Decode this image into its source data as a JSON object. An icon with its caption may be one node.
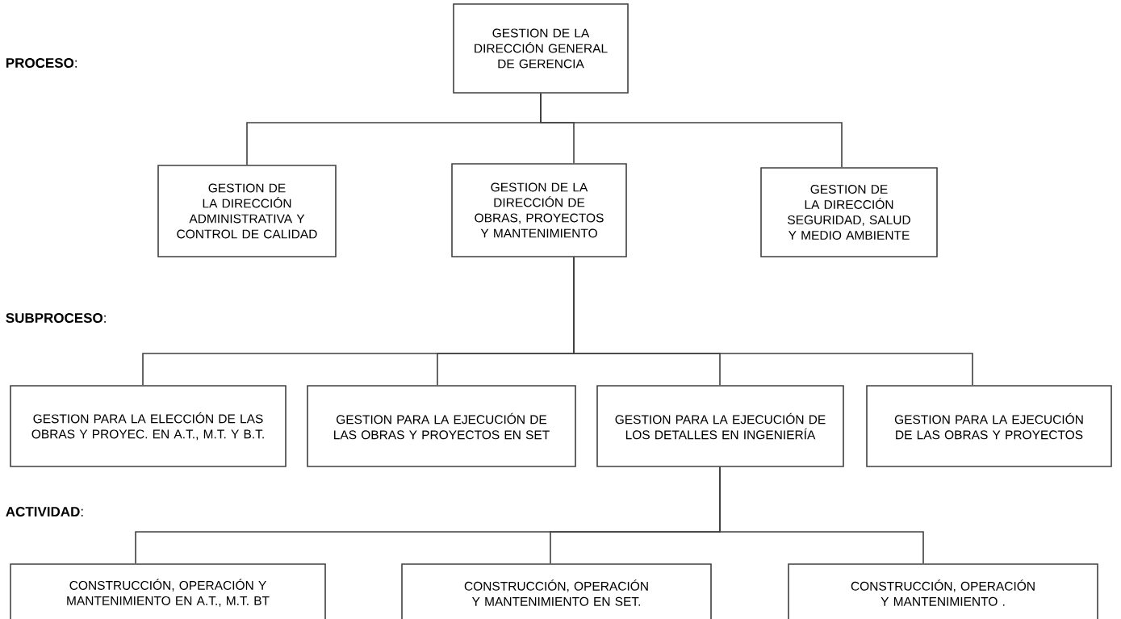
{
  "diagram": {
    "nodes": [
      {
        "text": [
          "GESTION DE LA DIRECCIÓN GENERAL DE GERENCIA"
        ]
      },
      {
        "text": [
          "GESTION DE LA DIRECCIÓN ADMINISTRATIVA Y CONTROL DE CALIDAD"
        ]
      },
      {
        "text": [
          "GESTION DE LA DIRECCIÓN DE OBRAS, PROYECTOS Y MANTENIMIENTO"
        ]
      },
      {
        "text": [
          "GESTION DE LA DIRECCIÓN SEGURIDAD, SALUD Y MEDIO AMBIENTE"
        ]
      },
      {
        "text": [
          "GESTION PARA LA ELECCIÓN DE LAS OBRAS Y PROYEC. EN A.T., M.T. Y B.T."
        ]
      },
      {
        "text": [
          "GESTION PARA LA EJECUCIÓN DE LAS OBRAS Y PROYECTOS EN SET"
        ]
      },
      {
        "text": [
          "GESTION PARA LA EJECUCIÓN DE LOS DETALLES EN INGENIERÍA"
        ]
      },
      {
        "text": [
          "GESTION PARA LA EJECUCIÓN DE LAS OBRAS Y PROYECTOS"
        ]
      },
      {
        "text": [
          "CONSTRUCCIÓN, OPERACIÓN Y MANTENIMIENTO EN A.T., M.T. BT"
        ]
      },
      {
        "text": [
          "CONSTRUCCIÓN, OPERACIÓN Y MANTENIMIENTO EN SET."
        ]
      },
      {
        "text": [
          "CONSTRUCCIÓN, OPERACIÓN Y MANTENIMIENTO ."
        ]
      }
    ],
    "edges": [
      {
        "from": 0,
        "to": 1,
        "arrow": "none"
      },
      {
        "from": 0,
        "to": 2,
        "arrow": "none"
      },
      {
        "from": 0,
        "to": 3,
        "arrow": "none"
      },
      {
        "from": 2,
        "to": 4,
        "arrow": "none"
      },
      {
        "from": 2,
        "to": 5,
        "arrow": "none"
      },
      {
        "from": 2,
        "to": 6,
        "arrow": "none"
      },
      {
        "from": 2,
        "to": 7,
        "arrow": "none"
      },
      {
        "from": 6,
        "to": 8,
        "arrow": "none"
      },
      {
        "from": 6,
        "to": 9,
        "arrow": "none"
      },
      {
        "from": 6,
        "to": 10,
        "arrow": "none"
      }
    ],
    "labels": [
      "**PROCESO**:",
      "**SUBPROCESO**:",
      "**ACTIVIDAD**:"
    ]
  }
}
